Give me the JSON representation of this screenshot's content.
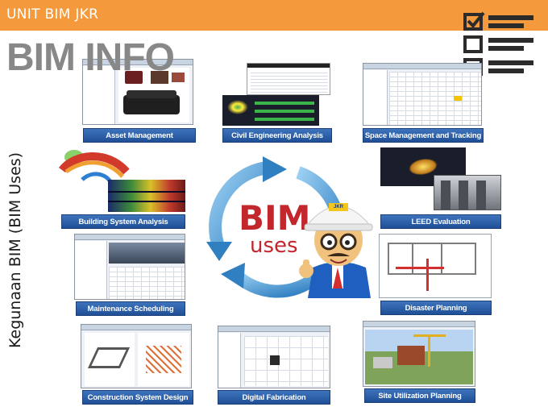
{
  "header": {
    "title": "UNIT BIM JKR"
  },
  "main_title": "BIM INFO",
  "side_title": "Kegunaan BIM (BIM Uses)",
  "center": {
    "word1": "BIM",
    "word2": "uses"
  },
  "helmet_text": "JKR",
  "uses": [
    "Asset Management",
    "Civil Engineering Analysis",
    "Space Management and Tracking",
    "Building System Analysis",
    "LEED Evaluation",
    "Maintenance Scheduling",
    "Disaster Planning",
    "Construction System Design",
    "Digital Fabrication",
    "Site Utilization Planning"
  ],
  "colors": {
    "header_bar": "#f59a3c",
    "label_blue": "#2a5ca8",
    "cycle_blue": "#2f7fc1",
    "bim_red": "#c1272d"
  },
  "icons": [
    "checklist-icon",
    "cycle-arrows-icon",
    "engineer-mascot-icon"
  ]
}
